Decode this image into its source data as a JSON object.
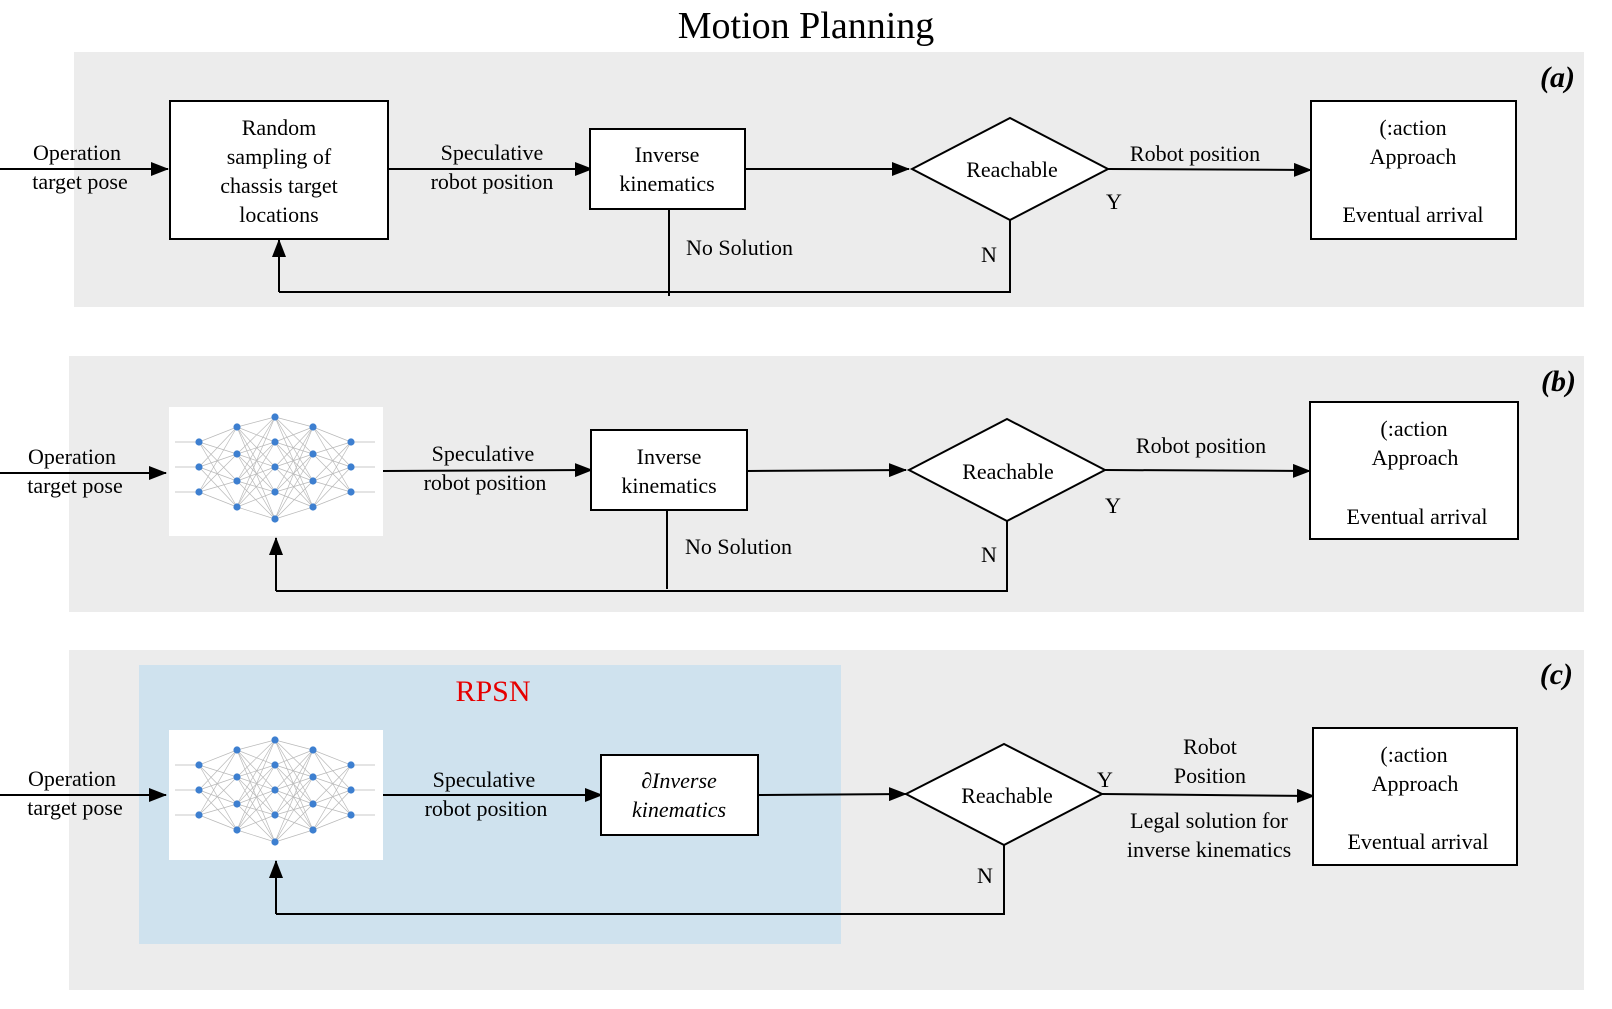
{
  "title": "Motion Planning",
  "colors": {
    "panel_background": "#ececec",
    "rpsn_background": "#cfe2ee",
    "rpsn_label": "#e60000",
    "nn_node": "#3d7fd0"
  },
  "panel_a": {
    "label": "(a)",
    "input": [
      "Operation",
      "target pose"
    ],
    "sampler": [
      "Random",
      "sampling of",
      "chassis target",
      "locations"
    ],
    "edge_speculative": [
      "Speculative",
      "robot position"
    ],
    "ik": [
      "Inverse",
      "kinematics"
    ],
    "no_solution": "No Solution",
    "decision": "Reachable",
    "yes": "Y",
    "no": "N",
    "edge_output": "Robot position",
    "output": [
      "(:action",
      "Approach",
      "Eventual arrival"
    ]
  },
  "panel_b": {
    "label": "(b)",
    "input": [
      "Operation",
      "target pose"
    ],
    "network_icon": "neural-network-icon",
    "edge_speculative": [
      "Speculative",
      "robot position"
    ],
    "ik": [
      "Inverse",
      "kinematics"
    ],
    "no_solution": "No Solution",
    "decision": "Reachable",
    "yes": "Y",
    "no": "N",
    "edge_output": "Robot position",
    "output": [
      "(:action",
      "Approach",
      "Eventual arrival"
    ]
  },
  "panel_c": {
    "label": "(c)",
    "rpsn_label": "RPSN",
    "input": [
      "Operation",
      "target pose"
    ],
    "network_icon": "neural-network-icon",
    "edge_speculative": [
      "Speculative",
      "robot position"
    ],
    "ik": [
      "∂Inverse",
      "kinematics"
    ],
    "decision": "Reachable",
    "yes": "Y",
    "no": "N",
    "edge_output": [
      "Robot",
      "Position"
    ],
    "legal_note": [
      "Legal solution for",
      "inverse kinematics"
    ],
    "output": [
      "(:action",
      "Approach",
      "Eventual arrival"
    ]
  }
}
